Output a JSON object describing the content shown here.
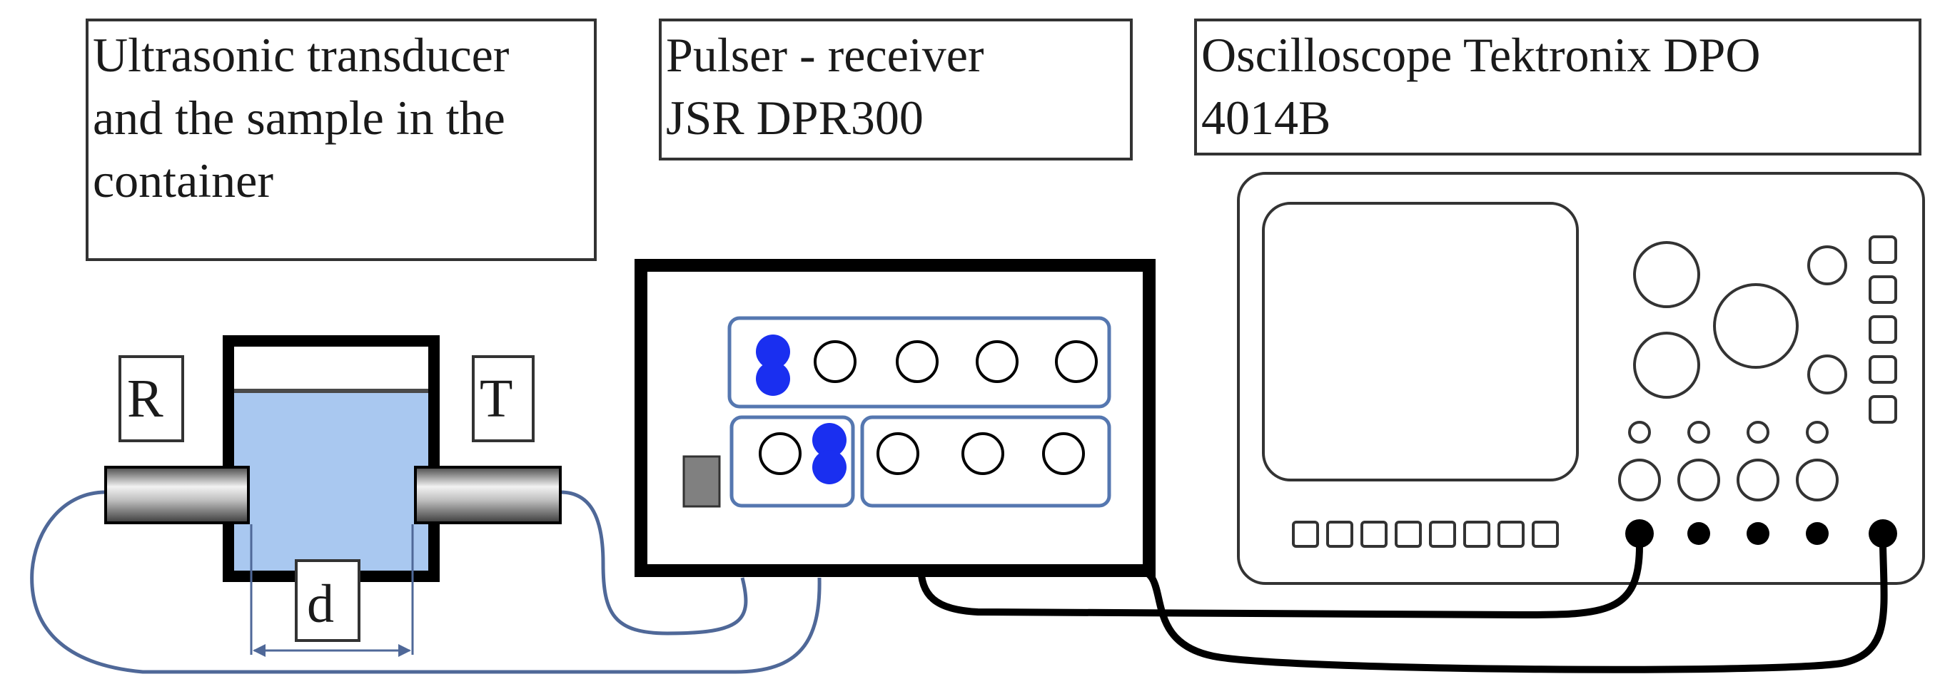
{
  "labels": {
    "transducer": [
      "Ultrasonic transducer",
      "and the sample in the",
      "container"
    ],
    "pulser": [
      "Pulser - receiver",
      "JSR  DPR300"
    ],
    "oscilloscope": [
      "Oscilloscope  Tektronix  DPO",
      "4014B"
    ],
    "receiver_tag": "R",
    "transmitter_tag": "T",
    "distance_tag": "d"
  },
  "colors": {
    "liquid": "#a9c8f0",
    "panel_border": "#5577b0",
    "knob_active": "#1a2ff0",
    "cable_thin": "#4f6898",
    "cable_thick": "#000000",
    "transducer_body": "#6a6a6a"
  }
}
